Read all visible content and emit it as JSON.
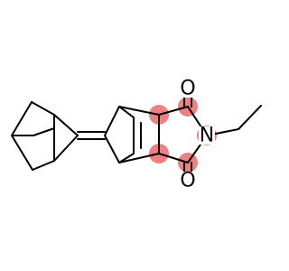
{
  "highlight_color": "#f08080",
  "atoms": {
    "oxygen_top": "O",
    "nitrogen": "N",
    "oxygen_bottom": "O"
  }
}
